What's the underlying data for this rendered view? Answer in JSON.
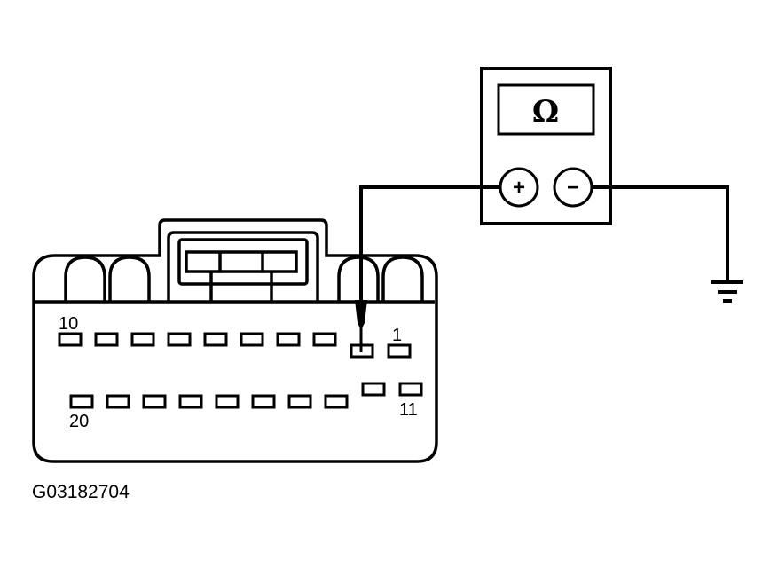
{
  "meter": {
    "display_symbol": "Ω",
    "plus_label": "+",
    "minus_label": "−"
  },
  "connector": {
    "pin_label_10": "10",
    "pin_label_1": "1",
    "pin_label_20": "20",
    "pin_label_11": "11"
  },
  "figure_id": "G03182704",
  "colors": {
    "line": "#000000",
    "background": "#ffffff"
  }
}
